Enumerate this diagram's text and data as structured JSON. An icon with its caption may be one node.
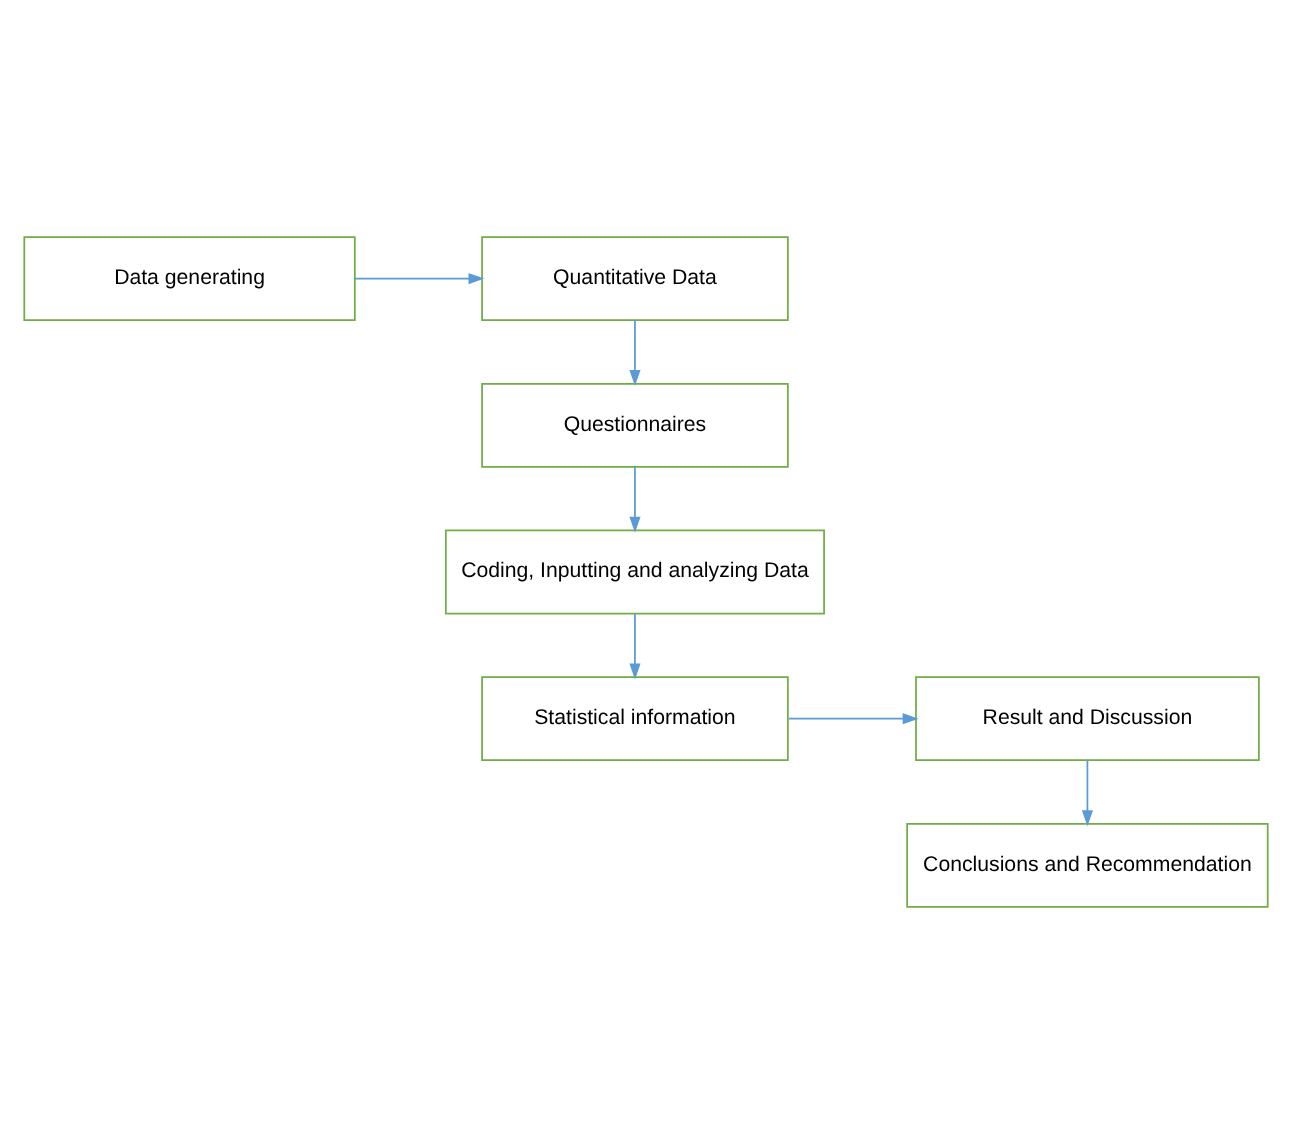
{
  "diagram": {
    "nodes": [
      {
        "text": [
          "Data generating"
        ]
      },
      {
        "text": [
          "Quantitative Data"
        ]
      },
      {
        "text": [
          "Questionnaires"
        ]
      },
      {
        "text": [
          "Coding, Inputting and analyzing Data"
        ]
      },
      {
        "text": [
          "Statistical information"
        ]
      },
      {
        "text": [
          "Result and Discussion"
        ]
      },
      {
        "text": [
          "Conclusions and Recommendation"
        ]
      }
    ],
    "edges": [
      {
        "from": 0,
        "to": 1,
        "arrow": "to"
      },
      {
        "from": 1,
        "to": 2,
        "arrow": "to"
      },
      {
        "from": 2,
        "to": 3,
        "arrow": "to"
      },
      {
        "from": 3,
        "to": 4,
        "arrow": "to"
      },
      {
        "from": 4,
        "to": 5,
        "arrow": "to"
      },
      {
        "from": 5,
        "to": 6,
        "arrow": "to"
      }
    ]
  }
}
